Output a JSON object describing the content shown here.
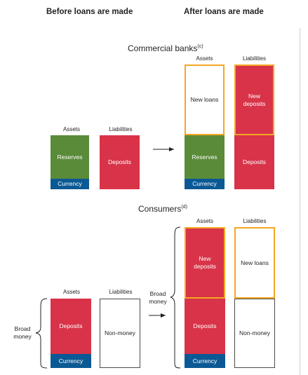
{
  "headers": {
    "before": "Before loans are made",
    "after": "After loans are made"
  },
  "commercial_banks": {
    "title": "Commercial banks",
    "note": "(c)",
    "before": {
      "assets_label": "Assets",
      "liabilities_label": "Liabilities",
      "reserves": "Reserves",
      "currency": "Currency",
      "deposits": "Deposits"
    },
    "after": {
      "assets_label": "Assets",
      "liabilities_label": "Liabilities",
      "new_loans": "New loans",
      "new_deposits": "New deposits",
      "reserves": "Reserves",
      "currency": "Currency",
      "deposits": "Deposits"
    }
  },
  "consumers": {
    "title": "Consumers",
    "note": "(d)",
    "before": {
      "assets_label": "Assets",
      "liabilities_label": "Liabilities",
      "deposits": "Deposits",
      "currency": "Currency",
      "non_money": "Non-money",
      "broad_money": "Broad money"
    },
    "after": {
      "assets_label": "Assets",
      "liabilities_label": "Liabilities",
      "new_deposits": "New deposits",
      "new_loans": "New loans",
      "deposits": "Deposits",
      "currency": "Currency",
      "non_money": "Non-money",
      "broad_money": "Broad money"
    }
  },
  "colors": {
    "reserves": "#5a8b39",
    "deposits": "#d83349",
    "currency": "#0b5994",
    "new_highlight": "#f6a623"
  }
}
